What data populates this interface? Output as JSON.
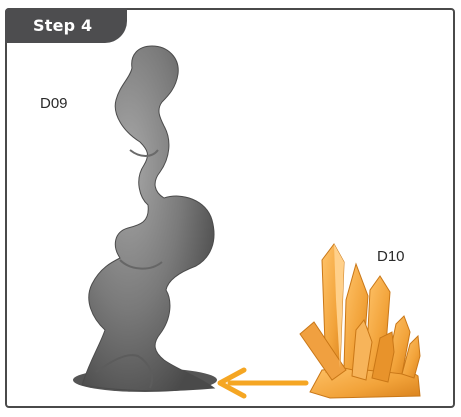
{
  "step": {
    "label": "Step 4"
  },
  "parts": [
    {
      "code": "D09",
      "color": "#7a7a7a",
      "name": "gray-rock-pillar"
    },
    {
      "code": "D10",
      "color": "#f2a33a",
      "name": "orange-crystal-cluster"
    }
  ],
  "arrow": {
    "color": "#f5a623",
    "direction": "left"
  }
}
